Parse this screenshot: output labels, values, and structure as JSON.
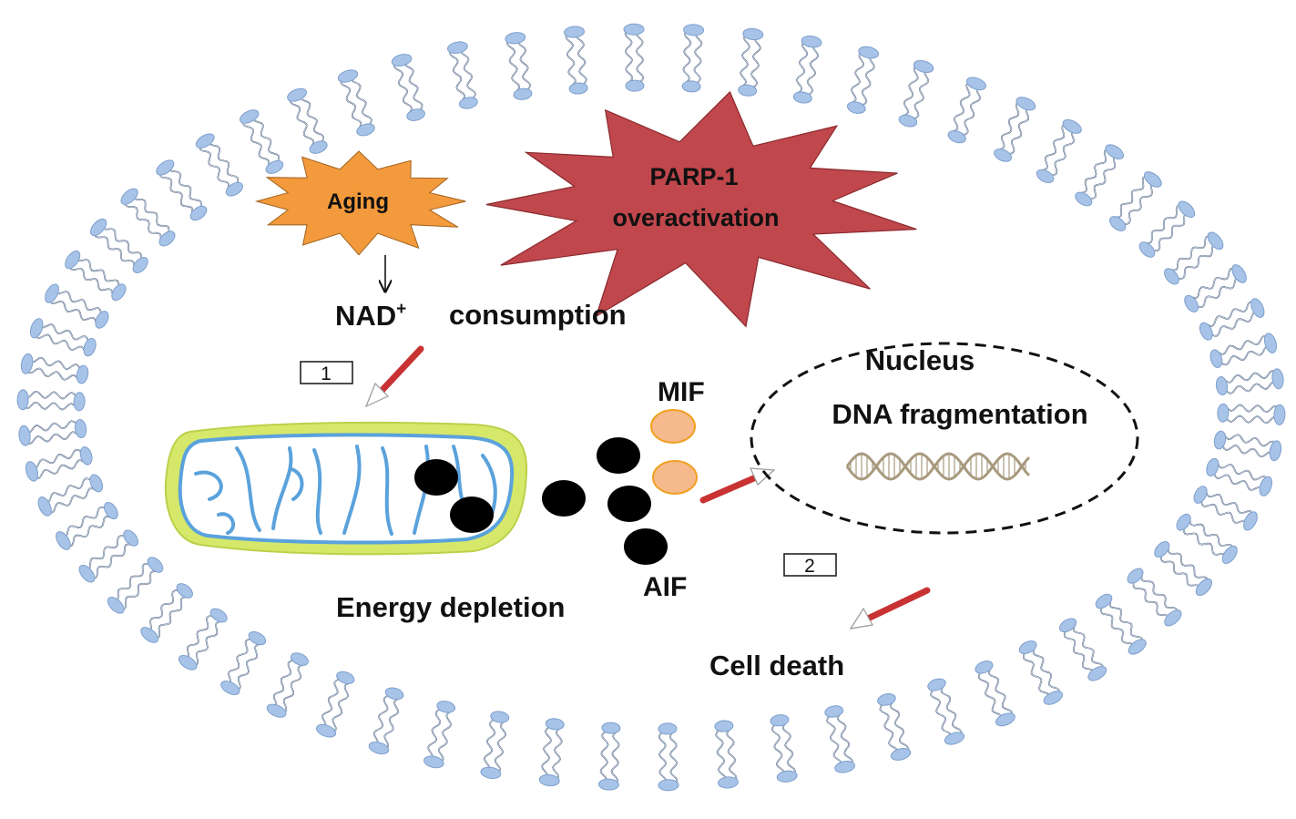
{
  "colors": {
    "lipid_head": "#a7c4e8",
    "lipid_head_stroke": "#7e9fcc",
    "lipid_tail": "#3a5479",
    "aging_star": "#f39a3d",
    "parp_star": "#c0474c",
    "mito_outer_green": "#d6e86a",
    "mito_inner_blue": "#5aa2dc",
    "aif_particle": "#000000",
    "mif_particle": "#f5b98c",
    "mif_particle_stroke": "#f0a020",
    "red_arrow": "#c83232",
    "dna": "#a89a7e"
  },
  "labels": {
    "aging": "Aging",
    "parp_line1": "PARP-1",
    "parp_line2": "overactivation",
    "nad": "NAD",
    "nad_sup": "+",
    "consumption": "consumption",
    "step1": "1",
    "step2": "2",
    "mif": "MIF",
    "aif": "AIF",
    "nucleus": "Nucleus",
    "dna_fragmentation": "DNA fragmentation",
    "energy_depletion": "Energy depletion",
    "cell_death": "Cell death"
  }
}
